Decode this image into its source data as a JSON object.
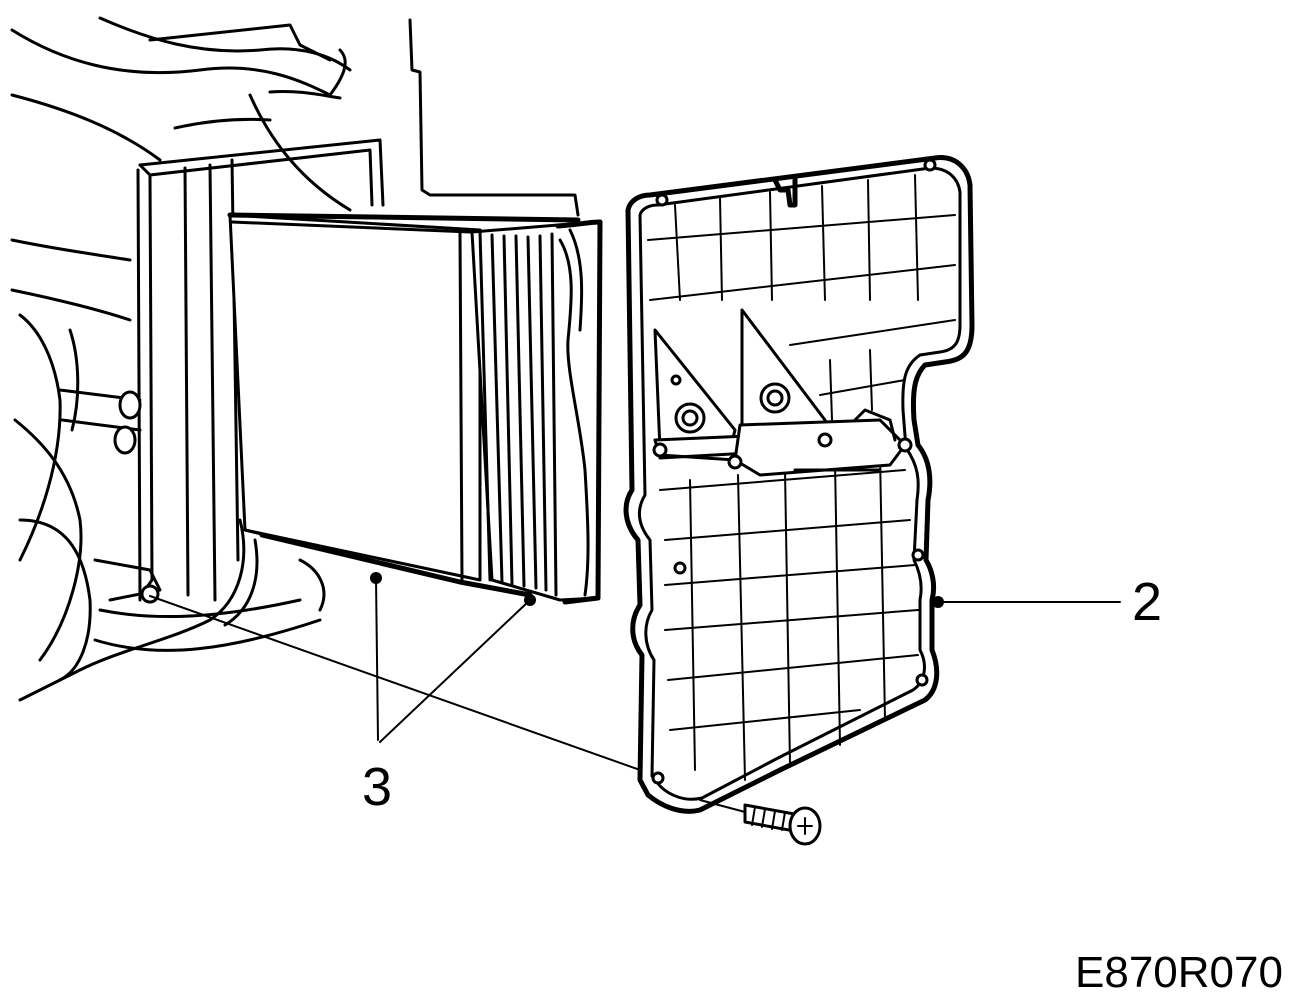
{
  "diagram": {
    "callouts": [
      {
        "label": "2",
        "target": "cover-plate"
      },
      {
        "label": "3",
        "target": "cabin-air-filter"
      }
    ],
    "figure_code": "E870R070"
  }
}
